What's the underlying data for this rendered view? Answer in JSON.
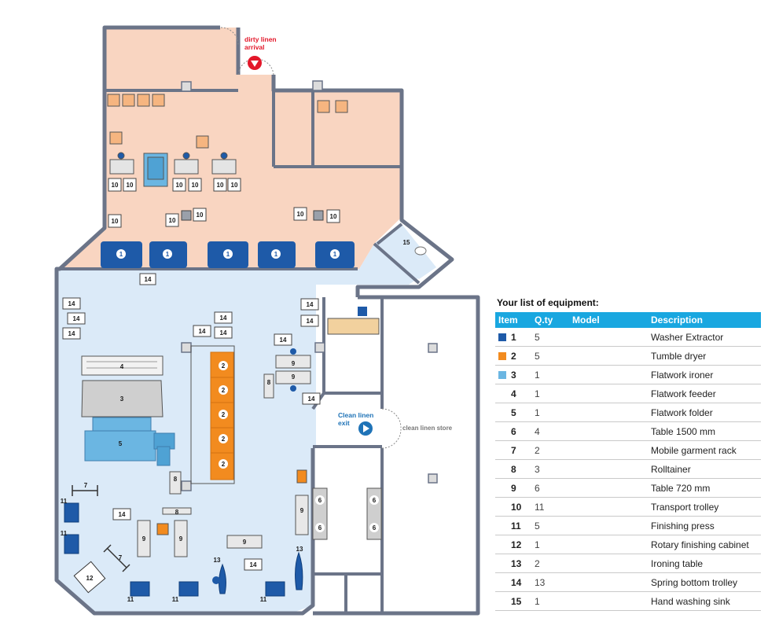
{
  "plan": {
    "dirty_arrival_line1": "dirty linen",
    "dirty_arrival_line2": "arrival",
    "clean_exit_line1": "Clean linen",
    "clean_exit_line2": "exit",
    "clean_store": "clean linen store",
    "colors": {
      "wall": "#6b7488",
      "dirty_zone": "#f9d5c1",
      "clean_zone": "#dbeaf8",
      "washer": "#1e5aa8",
      "dryer": "#f28b1f",
      "ironer": "#6bb6e2",
      "equipment_gray": "#e4e4e4",
      "marker_red": "#e3172a",
      "marker_blue": "#1f73b7"
    }
  },
  "legend": {
    "title": "Your list of equipment:",
    "headers": [
      "Item",
      "Q.ty",
      "Model",
      "Description"
    ],
    "rows": [
      {
        "item": "1",
        "qty": "5",
        "model": "",
        "description": "Washer Extractor",
        "swatch": "#1e5aa8"
      },
      {
        "item": "2",
        "qty": "5",
        "model": "",
        "description": "Tumble dryer",
        "swatch": "#f28b1f"
      },
      {
        "item": "3",
        "qty": "1",
        "model": "",
        "description": "Flatwork ironer",
        "swatch": "#6bb6e2"
      },
      {
        "item": "4",
        "qty": "1",
        "model": "",
        "description": "Flatwork feeder",
        "swatch": ""
      },
      {
        "item": "5",
        "qty": "1",
        "model": "",
        "description": "Flatwork folder",
        "swatch": ""
      },
      {
        "item": "6",
        "qty": "4",
        "model": "",
        "description": "Table 1500 mm",
        "swatch": ""
      },
      {
        "item": "7",
        "qty": "2",
        "model": "",
        "description": "Mobile garment rack",
        "swatch": ""
      },
      {
        "item": "8",
        "qty": "3",
        "model": "",
        "description": "Rolltainer",
        "swatch": ""
      },
      {
        "item": "9",
        "qty": "6",
        "model": "",
        "description": "Table 720 mm",
        "swatch": ""
      },
      {
        "item": "10",
        "qty": "11",
        "model": "",
        "description": "Transport trolley",
        "swatch": ""
      },
      {
        "item": "11",
        "qty": "5",
        "model": "",
        "description": "Finishing press",
        "swatch": ""
      },
      {
        "item": "12",
        "qty": "1",
        "model": "",
        "description": "Rotary finishing cabinet",
        "swatch": ""
      },
      {
        "item": "13",
        "qty": "2",
        "model": "",
        "description": "Ironing table",
        "swatch": ""
      },
      {
        "item": "14",
        "qty": "13",
        "model": "",
        "description": "Spring bottom trolley",
        "swatch": ""
      },
      {
        "item": "15",
        "qty": "1",
        "model": "",
        "description": "Hand washing sink",
        "swatch": ""
      }
    ]
  }
}
